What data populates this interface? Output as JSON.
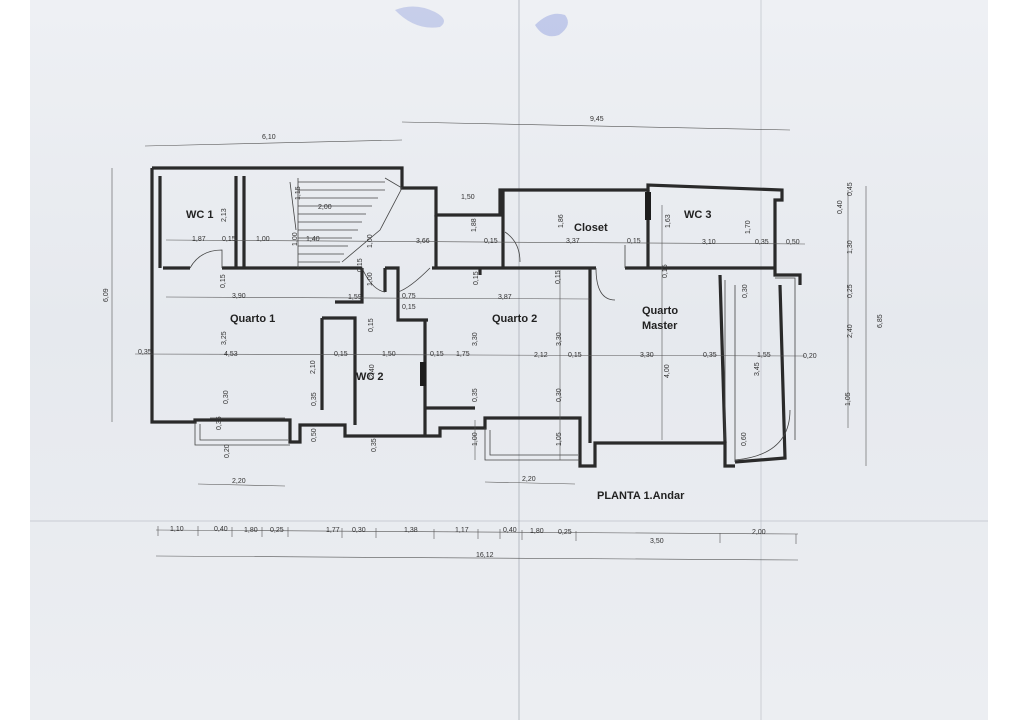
{
  "plan": {
    "title": "PLANTA 1.Andar",
    "rooms": {
      "wc1": "WC 1",
      "wc2": "WC 2",
      "wc3": "WC 3",
      "closet": "Closet",
      "quarto1": "Quarto 1",
      "quarto2": "Quarto 2",
      "quarto_master_l1": "Quarto",
      "quarto_master_l2": "Master"
    },
    "dims": {
      "top_left": "6,10",
      "top_right": "9,45",
      "left_total": "6,09",
      "right_total": "6,85",
      "stair_w": "2,00",
      "stair_small": "1,15",
      "hall_top": "1,50",
      "wc1_h": "2,13",
      "row1": [
        "1,87",
        "0,15",
        "1,00",
        "1,40",
        "1,00",
        "3,66",
        "0,15",
        "3,37",
        "0,15",
        "3,10",
        "0,35",
        "0,50"
      ],
      "v_a": "1,00",
      "v_b": "1,88",
      "v_c": "1,86",
      "v_d": "1,63",
      "v_e": "1,70",
      "v_f": "0,15",
      "v_g": "1,00",
      "row2": [
        "3,90",
        "1,59",
        "0,75",
        "3,87"
      ],
      "v_h": "0,15",
      "v_i": "0,15",
      "v_j": "0,15",
      "v_k": "0,30",
      "v_l": "3,25",
      "v_m": "0,15",
      "row3": [
        "0,35",
        "4,53",
        "0,15",
        "1,50",
        "0,15",
        "1,75",
        "2,12",
        "0,15",
        "3,30",
        "0,35",
        "1,55",
        "0,20"
      ],
      "v_n": "3,30",
      "v_o": "3,30",
      "v_p": "4,00",
      "v_q": "3,45",
      "v_r": "2,10",
      "v_s": "2,40",
      "v_t": "0,30",
      "v_u": "0,35",
      "v_v": "0,35",
      "v_w": "0,30",
      "v_x": "0,35",
      "v_y": "0,20",
      "v_z": "0,50",
      "v_aa": "0,35",
      "v_ab": "1,00",
      "v_ac": "1,05",
      "v_ad": "0,60",
      "win1": "2,20",
      "win2": "2,20",
      "right_col": [
        "0,45",
        "0,40",
        "1,30",
        "0,25",
        "2,40",
        "1,05"
      ],
      "bottom_row": [
        "1,10",
        "0,40",
        "1,80",
        "0,25",
        "1,77",
        "0,30",
        "1,38",
        "1,17",
        "0,40",
        "1,80",
        "0,25",
        "3,50",
        "2,00"
      ],
      "total": "16,12"
    }
  }
}
